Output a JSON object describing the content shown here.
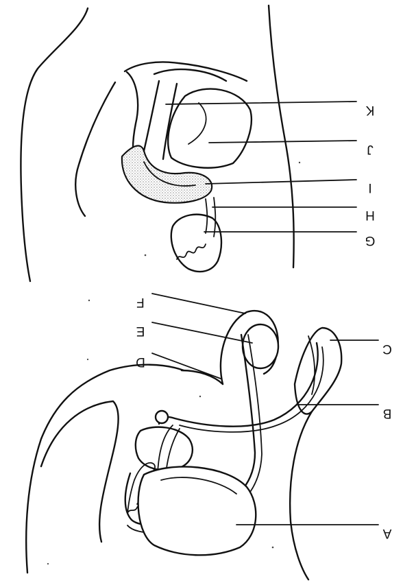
{
  "labels": {
    "A": "A",
    "B": "B",
    "C": "C",
    "D": "D",
    "E": "E",
    "F": "F",
    "G": "G",
    "H": "H",
    "I": "I",
    "J": "J",
    "K": "K"
  },
  "colors": {
    "ink": "#111111",
    "stipple": "#9a9a9a",
    "paper": "#ffffff"
  }
}
